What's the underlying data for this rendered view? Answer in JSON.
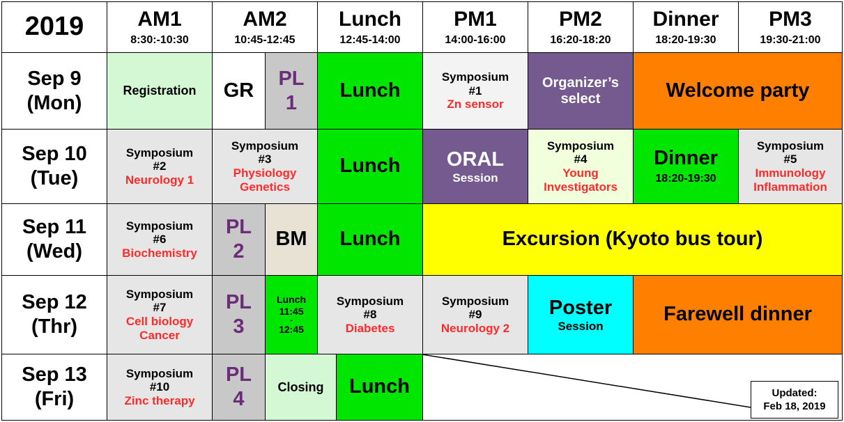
{
  "header": {
    "year": "2019",
    "columns": [
      {
        "name": "AM1",
        "time": "8:30:-10:30"
      },
      {
        "name": "AM2",
        "time": "10:45-12:45"
      },
      {
        "name": "Lunch",
        "time": "12:45-14:00"
      },
      {
        "name": "PM1",
        "time": "14:00-16:00"
      },
      {
        "name": "PM2",
        "time": "16:20-18:20"
      },
      {
        "name": "Dinner",
        "time": "18:20-19:30"
      },
      {
        "name": "PM3",
        "time": "19:30-21:00"
      }
    ]
  },
  "days": [
    {
      "date": "Sep 9",
      "weekday": "(Mon)"
    },
    {
      "date": "Sep 10",
      "weekday": "(Tue)"
    },
    {
      "date": "Sep 11",
      "weekday": "(Wed)"
    },
    {
      "date": "Sep 12",
      "weekday": "(Thr)"
    },
    {
      "date": "Sep 13",
      "weekday": "(Fri)"
    }
  ],
  "sessions": {
    "registration": "Registration",
    "gr": "GR",
    "pl1": {
      "a": "PL",
      "b": "1"
    },
    "lunch": "Lunch",
    "sym1": {
      "a": "Symposium",
      "b": "#1",
      "topic": "Zn sensor"
    },
    "organizer": {
      "a": "Organizer’s",
      "b": "select"
    },
    "welcome": "Welcome party",
    "sym2": {
      "a": "Symposium",
      "b": "#2",
      "topic": "Neurology 1"
    },
    "sym3": {
      "a": "Symposium",
      "b": "#3",
      "topic1": "Physiology",
      "topic2": "Genetics"
    },
    "oral": {
      "a": "ORAL",
      "b": "Session"
    },
    "sym4": {
      "a": "Symposium",
      "b": "#4",
      "topic1": "Young",
      "topic2": "Investigators"
    },
    "dinner": {
      "a": "Dinner",
      "b": "18:20-19:30"
    },
    "sym5": {
      "a": "Symposium",
      "b": "#5",
      "topic1": "Immunology",
      "topic2": "Inflammation"
    },
    "sym6": {
      "a": "Symposium",
      "b": "#6",
      "topic": "Biochemistry"
    },
    "pl2": {
      "a": "PL",
      "b": "2"
    },
    "bm": "BM",
    "excursion": "Excursion (Kyoto bus tour)",
    "sym7": {
      "a": "Symposium",
      "b": "#7",
      "topic1": "Cell biology",
      "topic2": "Cancer"
    },
    "pl3": {
      "a": "PL",
      "b": "3"
    },
    "lunch_small": {
      "a": "Lunch",
      "b": "11:45",
      "c": "-",
      "d": "12:45"
    },
    "sym8": {
      "a": "Symposium",
      "b": "#8",
      "topic": "Diabetes"
    },
    "sym9": {
      "a": "Symposium",
      "b": "#9",
      "topic": "Neurology 2"
    },
    "poster": {
      "a": "Poster",
      "b": "Session"
    },
    "farewell": "Farewell dinner",
    "sym10": {
      "a": "Symposium",
      "b": "#10",
      "topic": "Zinc therapy"
    },
    "pl4": {
      "a": "PL",
      "b": "4"
    },
    "closing": "Closing"
  },
  "note": {
    "line1": "Updated:",
    "line2": "Feb 18, 2019"
  },
  "colors": {
    "lunch_green": "#00e600",
    "registration": "#d4f7d4",
    "closing": "#d4f7d4",
    "pl_gray": "#c8c8c8",
    "symposium_gray": "#e6e6e6",
    "bm": "#e8e2d4",
    "organizer_purple": "#745a8e",
    "welcome_orange": "#ff8000",
    "young_green": "#f2ffdc",
    "excursion_yellow": "#ffff00",
    "poster_cyan": "#00ffff",
    "red_text": "#ff2a2a",
    "purple_text": "#6b2d7a"
  }
}
